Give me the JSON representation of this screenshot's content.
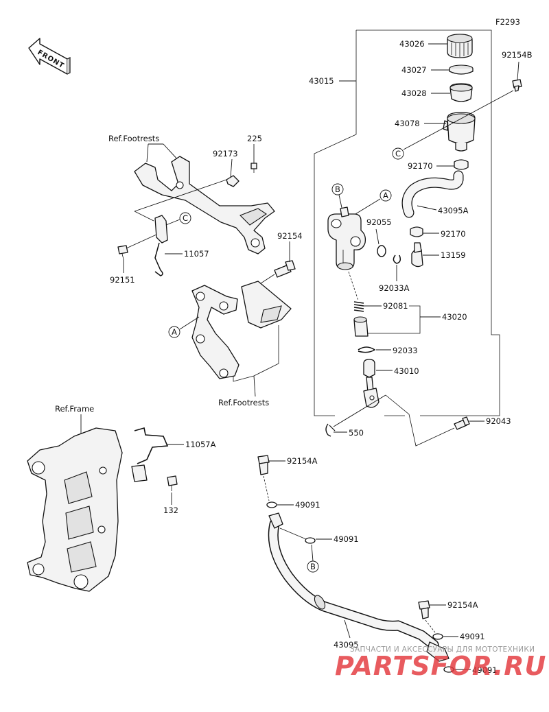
{
  "figure_code": "F2293",
  "front_label": "FRONT",
  "ref_labels": {
    "footrests_top": "Ref.Footrests",
    "footrests_bottom": "Ref.Footrests",
    "frame": "Ref.Frame"
  },
  "callouts": {
    "a": "A",
    "b": "B",
    "c": "C"
  },
  "parts": {
    "p43026": "43026",
    "p43027": "43027",
    "p43028": "43028",
    "p43078": "43078",
    "p92154B": "92154B",
    "p43015": "43015",
    "p92170a": "92170",
    "p43095A": "43095A",
    "p92055": "92055",
    "p92170b": "92170",
    "p13159": "13159",
    "p92033A": "92033A",
    "p92081": "92081",
    "p43020": "43020",
    "p92033": "92033",
    "p43010": "43010",
    "p92043": "92043",
    "p550": "550",
    "p225": "225",
    "p92173": "92173",
    "p11057": "11057",
    "p92151": "92151",
    "p92154": "92154",
    "p11057A": "11057A",
    "p132": "132",
    "p92154A_a": "92154A",
    "p49091_a": "49091",
    "p49091_b": "49091",
    "p92154A_b": "92154A",
    "p49091_c": "49091",
    "p43095": "43095",
    "p49091_d": "49091"
  },
  "watermark": {
    "tagline": "ЗАПЧАСТИ И АКСЕССУАРЫ ДЛЯ МОТОТЕХНИКИ",
    "brand": "PARTSFOR.RU"
  }
}
